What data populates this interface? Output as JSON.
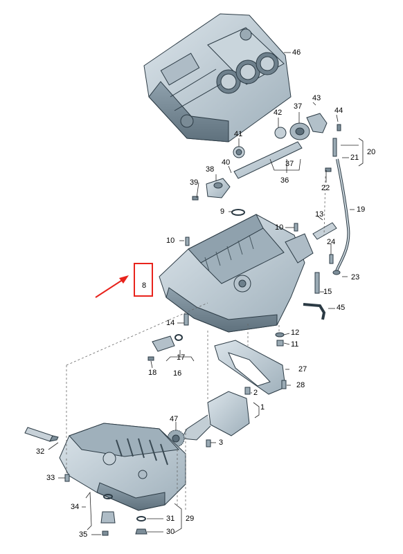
{
  "diagram": {
    "accent_color": "#e8231c",
    "part_color": "#bcc9d1",
    "shadow_color": "#7d8e99",
    "highlight_label": "8",
    "parts": {
      "p1": "1",
      "p2": "2",
      "p3": "3",
      "p8": "8",
      "p9": "9",
      "p10a": "10",
      "p10b": "10",
      "p11": "11",
      "p12": "12",
      "p13": "13",
      "p14": "14",
      "p15": "15",
      "p16": "16",
      "p17": "17",
      "p18": "18",
      "p19": "19",
      "p20": "20",
      "p21": "21",
      "p22": "22",
      "p23": "23",
      "p24": "24",
      "p27": "27",
      "p28": "28",
      "p29": "29",
      "p30": "30",
      "p31": "31",
      "p32": "32",
      "p33": "33",
      "p34": "34",
      "p35": "35",
      "p36": "36",
      "p37a": "37",
      "p37b": "37",
      "p38": "38",
      "p39": "39",
      "p40": "40",
      "p41": "41",
      "p42": "42",
      "p43": "43",
      "p44": "44",
      "p45": "45",
      "p46": "46",
      "p47": "47"
    }
  }
}
